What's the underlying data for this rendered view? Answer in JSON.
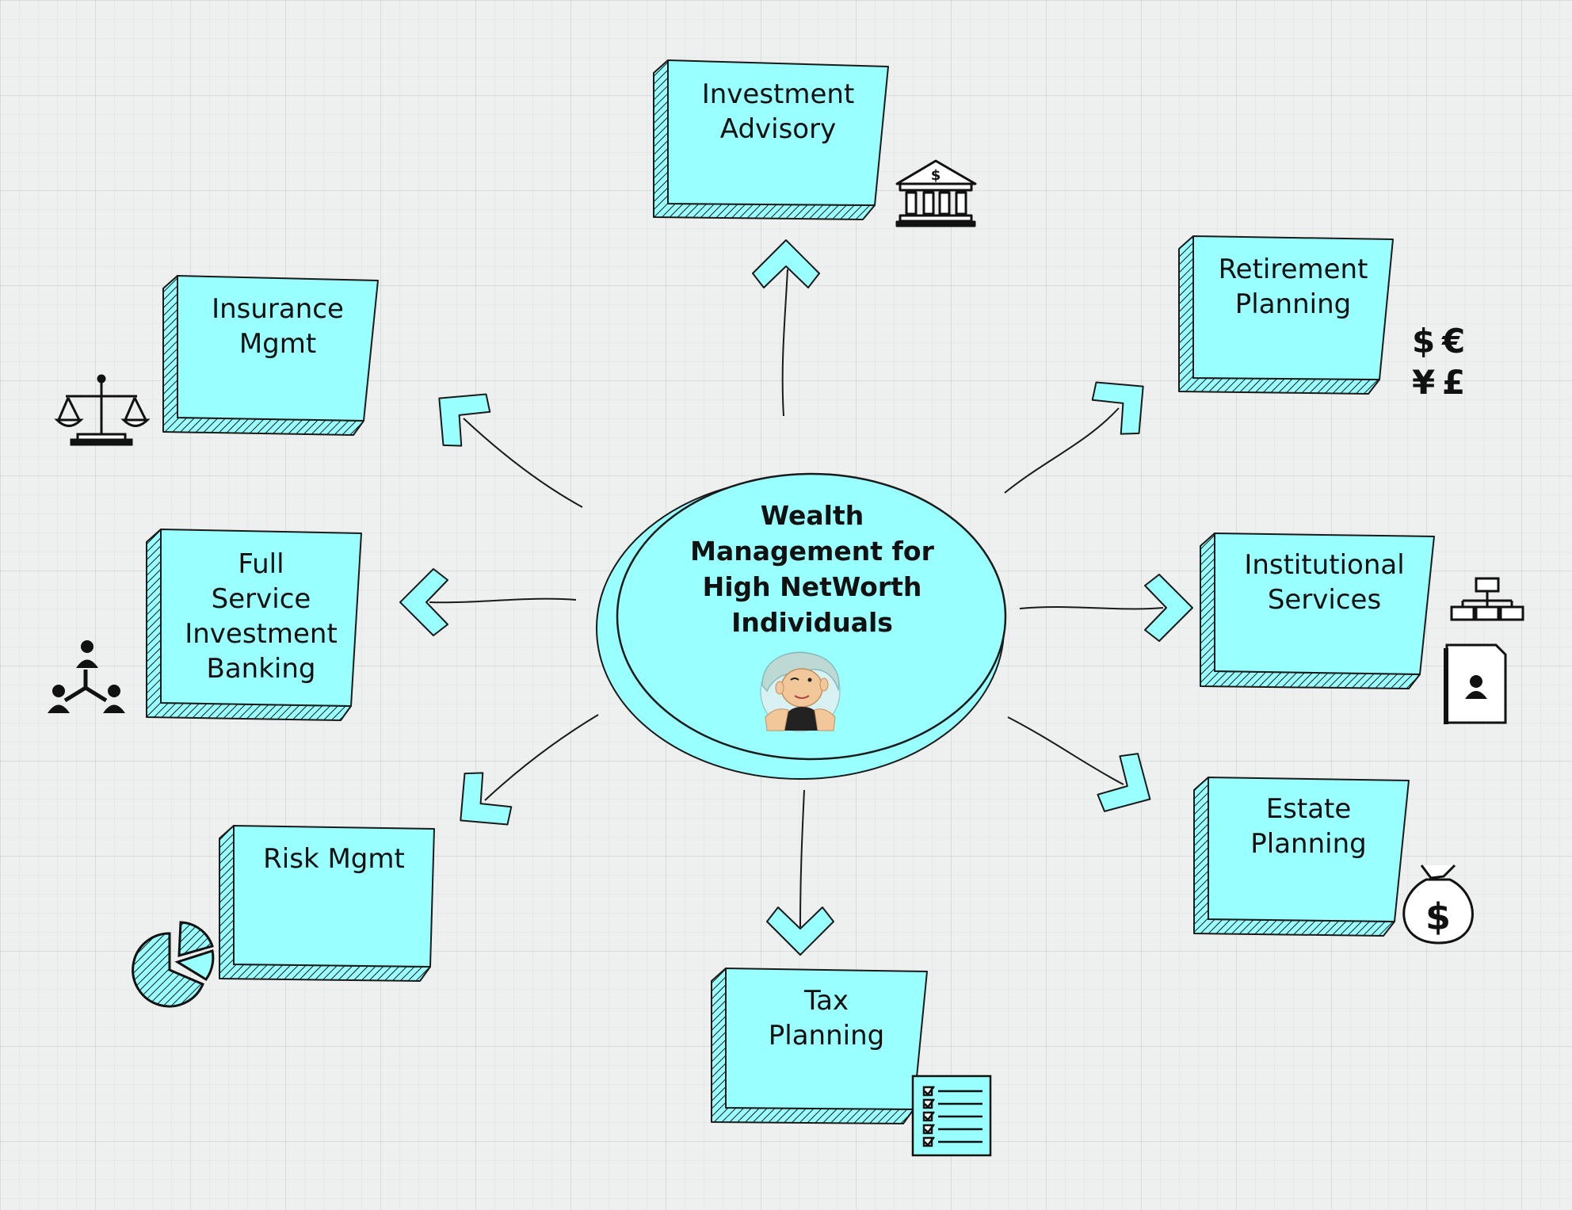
{
  "colors": {
    "fill": "#99ffff",
    "stroke": "#1a1a1a",
    "face": "#f2c89a",
    "hair": "#bcd9d4"
  },
  "center": {
    "label": "Wealth\nManagement for\nHigh NetWorth\nIndividuals",
    "icon": "person-avatar-icon"
  },
  "nodes": [
    {
      "id": "investment-advisory",
      "label": "Investment\nAdvisory",
      "icon": "bank-icon"
    },
    {
      "id": "retirement-planning",
      "label": "Retirement\nPlanning",
      "icon": "currency-icon"
    },
    {
      "id": "institutional-services",
      "label": "Institutional\nServices",
      "icon": "org-chart-icon"
    },
    {
      "id": "estate-planning",
      "label": "Estate\nPlanning",
      "icon": "money-bag-icon"
    },
    {
      "id": "tax-planning",
      "label": "Tax\nPlanning",
      "icon": "checklist-icon"
    },
    {
      "id": "risk-mgmt",
      "label": "Risk Mgmt",
      "icon": "pie-chart-icon"
    },
    {
      "id": "full-service-investment-banking",
      "label": "Full\nService\nInvestment\nBanking",
      "icon": "people-network-icon"
    },
    {
      "id": "insurance-mgmt",
      "label": "Insurance\nMgmt",
      "icon": "scales-icon"
    }
  ],
  "currency_symbols": {
    "dollar": "$",
    "euro": "€",
    "yen": "¥",
    "pound": "£"
  }
}
